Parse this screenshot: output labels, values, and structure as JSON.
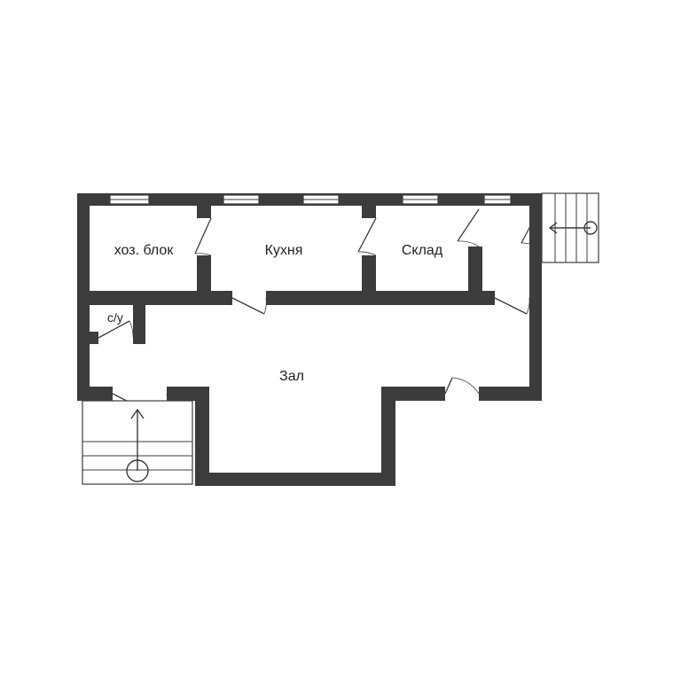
{
  "rooms": {
    "utility_block": "хоз. блок",
    "kitchen": "Кухня",
    "storage": "Склад",
    "bathroom": "с/у",
    "hall": "Зал"
  },
  "colors": {
    "wall": "#3c3c3c",
    "background": "#ffffff",
    "text": "#222222"
  }
}
